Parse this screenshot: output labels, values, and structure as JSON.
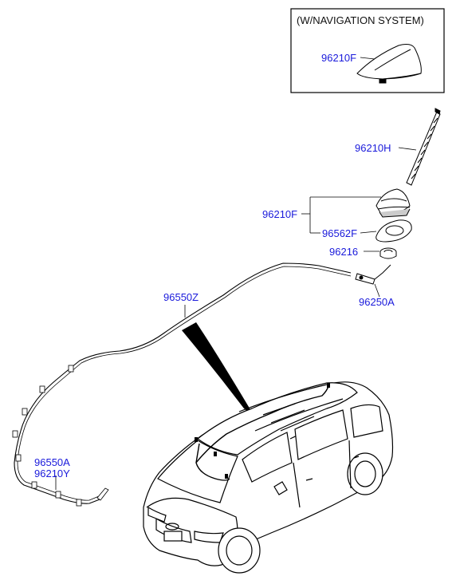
{
  "inset": {
    "title": "(W/NAVIGATION SYSTEM)"
  },
  "parts": {
    "shark_fin_nav": "96210F",
    "rod_antenna": "96210H",
    "antenna_base": "96210F",
    "gasket": "96562F",
    "nut": "96216",
    "connector": "96250A",
    "roof_cable": "96550Z",
    "feeder_cable_a": "96550A",
    "feeder_cable_b": "96210Y"
  },
  "colors": {
    "part_label": "#1a1adb",
    "line": "#000000"
  }
}
